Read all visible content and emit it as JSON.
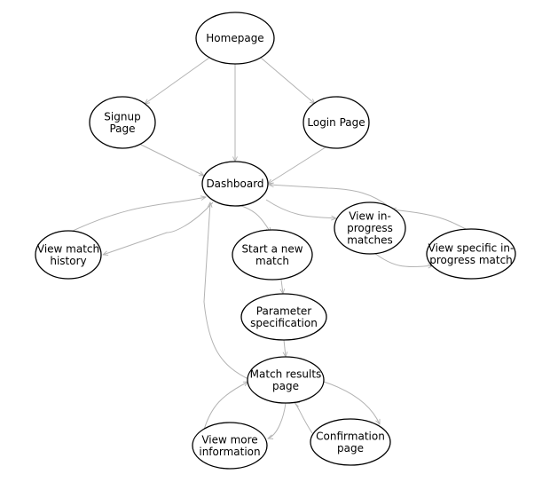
{
  "diagram": {
    "nodes": {
      "homepage": [
        "Homepage"
      ],
      "signup": [
        "Signup",
        "Page"
      ],
      "login": [
        "Login Page"
      ],
      "dashboard": [
        "Dashboard"
      ],
      "view_history": [
        "View match",
        "history"
      ],
      "start_match": [
        "Start a new",
        "match"
      ],
      "in_progress": [
        "View in-",
        "progress",
        "matches"
      ],
      "specific_match": [
        "View specific in-",
        "progress match"
      ],
      "parameter": [
        "Parameter",
        "specification"
      ],
      "results": [
        "Match results",
        "page"
      ],
      "more_info": [
        "View more",
        "information"
      ],
      "confirmation": [
        "Confirmation",
        "page"
      ]
    },
    "edges": [
      [
        "homepage",
        "signup"
      ],
      [
        "homepage",
        "dashboard"
      ],
      [
        "homepage",
        "login"
      ],
      [
        "signup",
        "dashboard"
      ],
      [
        "login",
        "dashboard"
      ],
      [
        "view_history",
        "dashboard"
      ],
      [
        "dashboard",
        "view_history"
      ],
      [
        "dashboard",
        "start_match"
      ],
      [
        "dashboard",
        "in_progress"
      ],
      [
        "in_progress",
        "specific_match"
      ],
      [
        "specific_match",
        "in_progress"
      ],
      [
        "specific_match",
        "dashboard"
      ],
      [
        "start_match",
        "parameter"
      ],
      [
        "parameter",
        "results"
      ],
      [
        "results",
        "dashboard"
      ],
      [
        "results",
        "more_info"
      ],
      [
        "more_info",
        "results"
      ],
      [
        "results",
        "confirmation"
      ],
      [
        "confirmation",
        "results"
      ]
    ],
    "colors": {
      "edge": "#b3b3b3",
      "node_stroke": "#000000",
      "node_fill": "#ffffff"
    }
  }
}
